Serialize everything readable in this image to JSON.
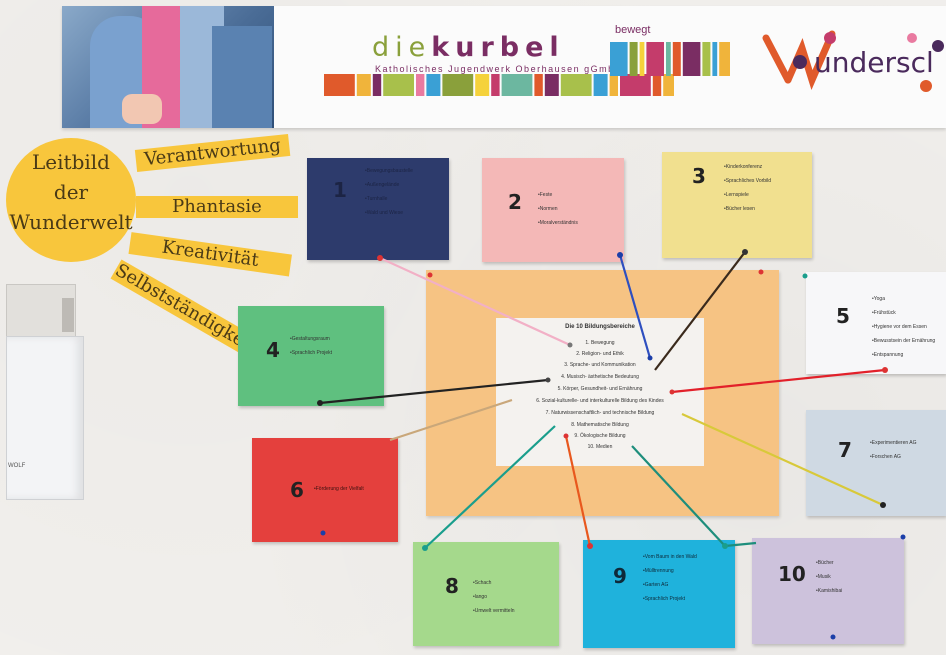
{
  "banner": {
    "brand_main": "diekurbel",
    "brand_prefix": "die",
    "brand_bold": "kurbel",
    "brand_tagline": "Katholisches Jugendwerk Oberhausen gGmbH",
    "brand_bewegt": "bewegt",
    "partner_text": "underscl",
    "stripe_colors": [
      "#e05a2b",
      "#f0b43b",
      "#7a2d63",
      "#a8c04b",
      "#e97aa0",
      "#3aa0d5",
      "#8aa03b",
      "#f5d23b",
      "#c43c6b",
      "#6cb7a0",
      "#e05a2b",
      "#7a2d63",
      "#a8c04b",
      "#3aa0d5",
      "#f0b43b",
      "#c43c6b"
    ]
  },
  "sun": {
    "lines": [
      "Leitbild",
      "der",
      "Wunderwelt"
    ],
    "rays": [
      "Verantwortung",
      "Phantasie",
      "Kreativität",
      "Selbstständigkeit"
    ]
  },
  "device": {
    "label": "WOLF"
  },
  "center": {
    "title": "Die 10 Bildungsbereiche",
    "items": [
      "1. Bewegung",
      "2. Religion- und Ethik",
      "3. Sprache- und Kommunikation",
      "4. Musisch- ästhetische Bedeutung",
      "5. Körper, Gesundheit- und Ernährung",
      "6. Sozial-kulturelle- und interkulturelle Bildung des Kindes",
      "7. Naturwissenschaftlich- und technische Bildung",
      "8. Mathematische Bildung",
      "9. Ökologische Bildung",
      "10. Medien"
    ]
  },
  "cards": [
    {
      "num": "1",
      "color": "#2d3b6c",
      "items": [
        "•Bewegungsbaustelle",
        "•Außengelände",
        "•Turnhalle",
        "•Wald und Wiese"
      ]
    },
    {
      "num": "2",
      "color": "#f4b8b7",
      "items": [
        "•Feste",
        "•Normen",
        "•Moralverständnis"
      ]
    },
    {
      "num": "3",
      "color": "#f1e08f",
      "items": [
        "•Kinderkonferenz",
        "•Sprachliches Vorbild",
        "•Lernspiele",
        "•Bücher lesen"
      ]
    },
    {
      "num": "4",
      "color": "#5fc07f",
      "items": [
        "•Gestaltungsraum",
        "•Sprachlich Projekt"
      ]
    },
    {
      "num": "5",
      "color": "#f7f7f9",
      "items": [
        "•Yoga",
        "•Frühstück",
        "•Hygiene vor dem Essen",
        "•Bewusstsein der Ernährung",
        "•Entspannung"
      ]
    },
    {
      "num": "6",
      "color": "#e4403d",
      "items": [
        "•Förderung der Vielfalt"
      ]
    },
    {
      "num": "7",
      "color": "#cfd9e3",
      "items": [
        "•Experimentieren AG",
        "•Forschen AG"
      ]
    },
    {
      "num": "8",
      "color": "#a5d98c",
      "items": [
        "•Schach",
        "•lango",
        "•Umwelt vermitteln"
      ]
    },
    {
      "num": "9",
      "color": "#1fb2dc",
      "items": [
        "•Vom Baum in den Wald",
        "•Mülltrennung",
        "•Garten AG",
        "•Sprachlich Projekt"
      ]
    },
    {
      "num": "10",
      "color": "#cdc2dc",
      "items": [
        "•Bücher",
        "•Musik",
        "•Kamishibai"
      ]
    }
  ],
  "thread_colors": [
    "#f2b0c6",
    "#2e4fbf",
    "#3a2a1c",
    "#e2202a",
    "#222222",
    "#c9a77a",
    "#d8c93a",
    "#1a9e8c",
    "#e8581e",
    "#1e8e7c"
  ]
}
